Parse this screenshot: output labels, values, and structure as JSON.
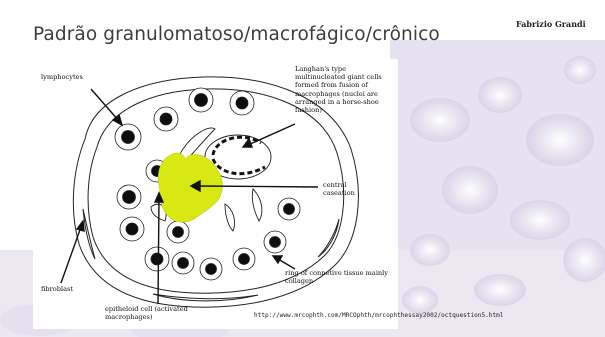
{
  "slide": {
    "title": "Padrão granulomatoso/macrofágico/crônico",
    "author": "Fabrizio Grandi",
    "source_url": "http://www.mrcophth.com/MRCOphth/mrcophthessay2002/octquestion5.html"
  },
  "diagram": {
    "labels": {
      "lymphocytes": "lymphocytes",
      "langhans": "Langhan's type multinucleated giant cells formed from fusion of macrophages (nuclei are arranged in a horse-shoe fashion)",
      "central_caseation": "central caseation",
      "fibroblast": "fibroblast",
      "connective": "ring of connetive tissue mainly collagen",
      "epithelioid": "epitheloid cell (activated macrophages)"
    }
  },
  "colors": {
    "caseation": "#d8e812",
    "nucleus": "#0d0d0d",
    "background_tint": "#d9d3e8"
  }
}
